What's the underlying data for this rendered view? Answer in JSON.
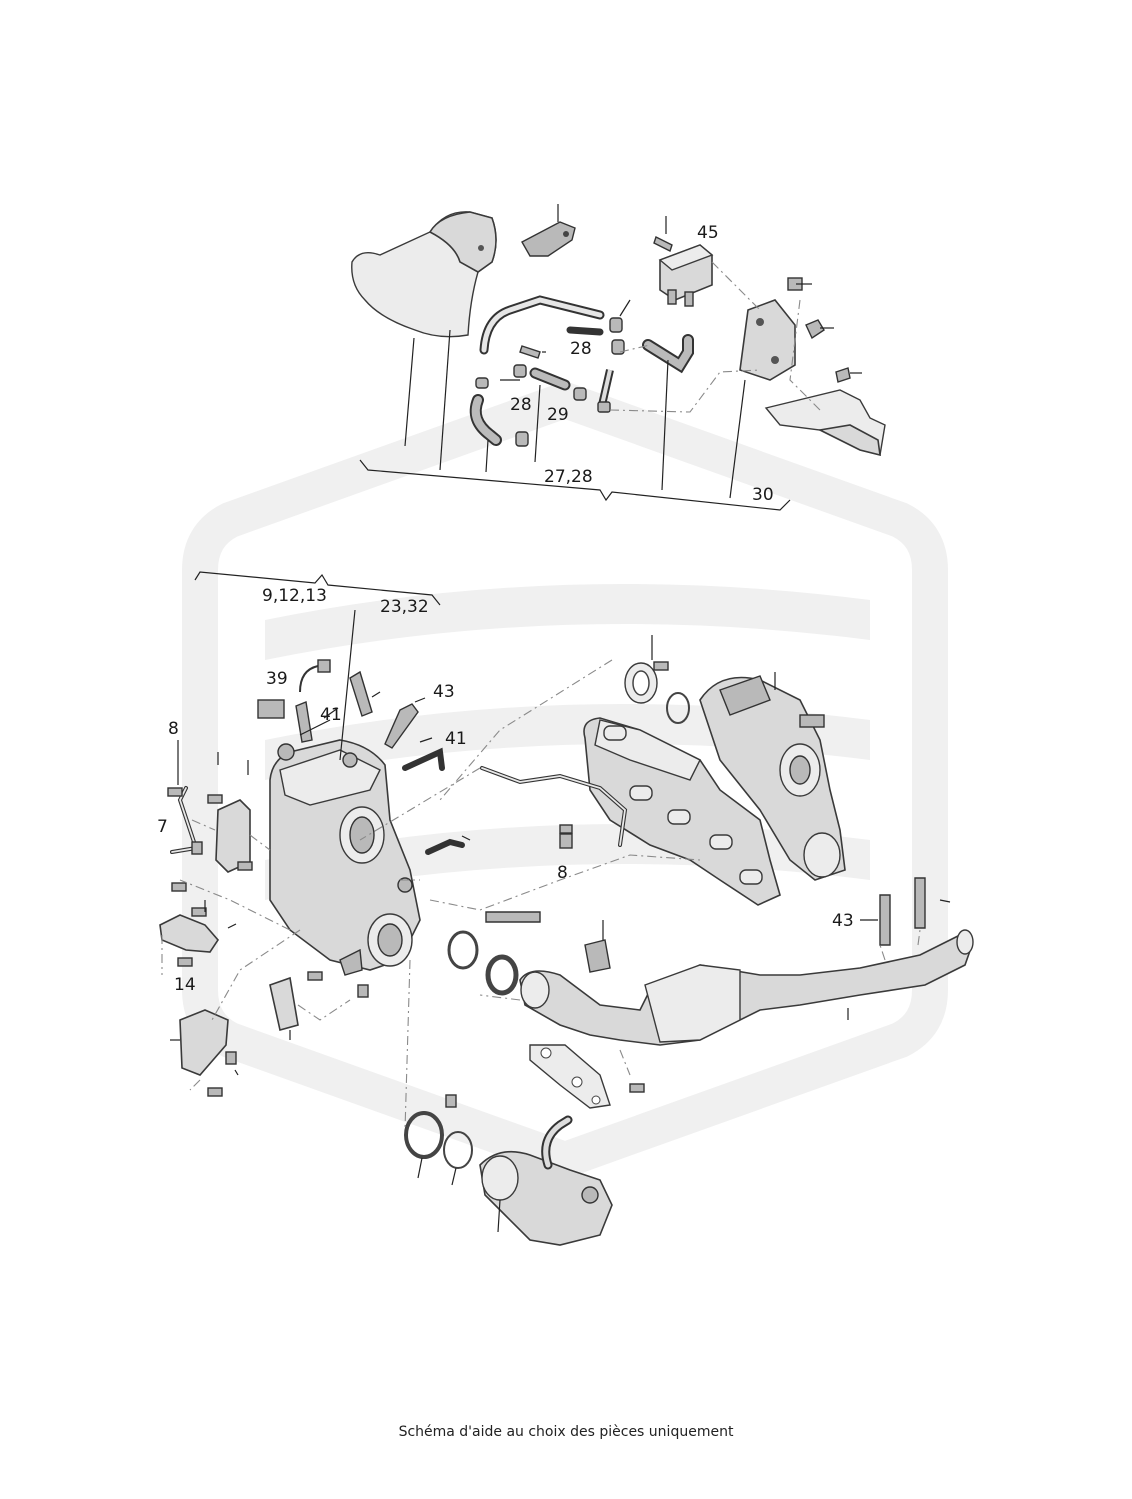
{
  "caption": "Schéma d'aide au choix des pièces uniquement",
  "labels": {
    "top_group_left": "27,28",
    "top_group_right": "30",
    "label_28_a": "28",
    "label_28_b": "28",
    "label_29": "29",
    "label_45": "45",
    "lower_group_left": "9,12,13",
    "lower_group_right": "23,32",
    "label_39": "39",
    "label_41_a": "41",
    "label_41_b": "41",
    "label_43_a": "43",
    "label_43_b": "43",
    "label_8_a": "8",
    "label_8_b": "8",
    "label_7": "7",
    "label_14": "14"
  }
}
